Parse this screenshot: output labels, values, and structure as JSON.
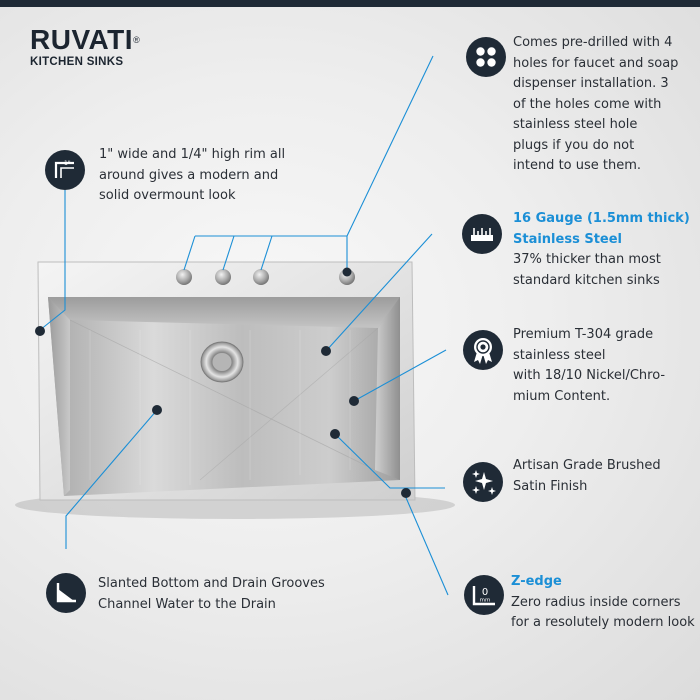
{
  "brand": {
    "name": "RUVATI",
    "registered": "®",
    "tagline": "KITCHEN SINKS"
  },
  "colors": {
    "accent": "#1b8fd6",
    "dark": "#1f2a36",
    "text": "#2a2f36"
  },
  "features": {
    "holes": {
      "icon": "four-holes-icon",
      "lines": [
        "Comes pre-drilled with 4",
        "holes for faucet and soap",
        "dispenser installation. 3",
        "of the holes come with",
        "stainless steel hole",
        "plugs if you do not",
        "intend to use them."
      ]
    },
    "rim": {
      "icon": "rim-profile-icon",
      "lines": [
        "1\" wide and 1/4\" high rim all",
        "around gives a modern and",
        "solid overmount look"
      ]
    },
    "gauge": {
      "icon": "gauge-ruler-icon",
      "highlight": [
        "16 Gauge (1.5mm thick)",
        "Stainless Steel"
      ],
      "lines": [
        "37% thicker than most",
        "standard kitchen sinks"
      ]
    },
    "grade": {
      "icon": "award-ribbon-icon",
      "lines": [
        "Premium T-304 grade",
        "stainless steel",
        "with 18/10 Nickel/Chro-",
        "mium Content."
      ]
    },
    "finish": {
      "icon": "sparkle-icon",
      "lines": [
        "Artisan Grade Brushed",
        "Satin Finish"
      ]
    },
    "slant": {
      "icon": "slanted-bottom-icon",
      "lines": [
        "Slanted Bottom and Drain Grooves",
        "Channel Water to the Drain"
      ]
    },
    "zedge": {
      "icon": "zero-radius-icon",
      "icon_text": "0",
      "icon_unit": "mm",
      "highlight": [
        "Z-edge"
      ],
      "lines": [
        "Zero radius inside corners",
        "for a resolutely modern look"
      ]
    }
  }
}
